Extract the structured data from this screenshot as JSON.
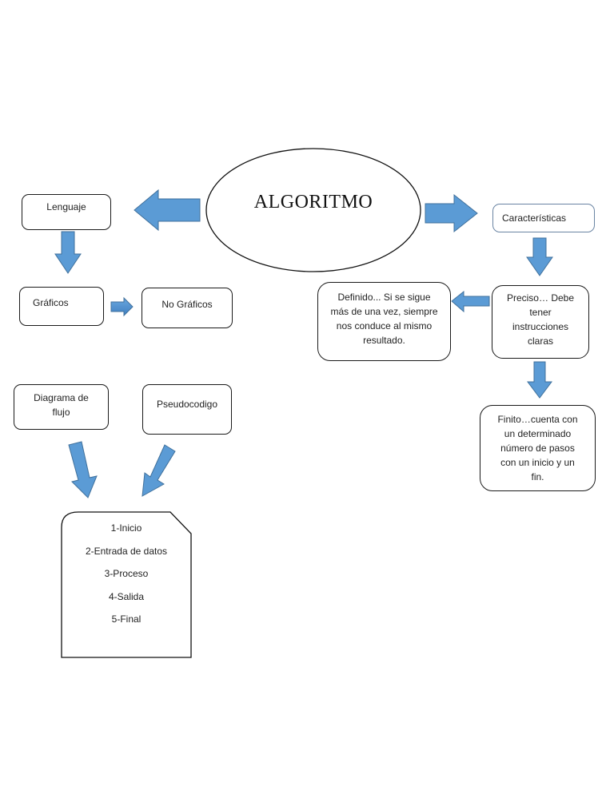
{
  "title": "ALGORITMO",
  "colors": {
    "arrow_fill": "#5b9bd5",
    "arrow_stroke": "#41719c",
    "box_border": "#1a1a1a",
    "characteristics_border": "#6a84a3"
  },
  "nodes": {
    "lenguaje": "Lenguaje",
    "graficos": "Gráficos",
    "no_graficos": "No Gráficos",
    "diagrama_flujo": [
      "Diagrama de",
      "flujo"
    ],
    "pseudocodigo": "Pseudocodigo",
    "caracteristicas": "Características",
    "preciso": [
      "Preciso… Debe",
      "tener",
      "instrucciones",
      "claras"
    ],
    "definido": [
      "Definido... Si se sigue",
      "más de una vez, siempre",
      "nos conduce al mismo",
      "resultado."
    ],
    "finito": [
      "Finito…cuenta con",
      "un determinado",
      "número de pasos",
      "con un inicio y un",
      "fin."
    ]
  },
  "steps": [
    "1-Inicio",
    "2-Entrada de datos",
    "3-Proceso",
    "4-Salida",
    "5-Final"
  ],
  "arrows": [
    {
      "name": "arrow-algoritmo-to-lenguaje",
      "direction": "left"
    },
    {
      "name": "arrow-algoritmo-to-caracteristicas",
      "direction": "right"
    },
    {
      "name": "arrow-lenguaje-to-graficos",
      "direction": "down"
    },
    {
      "name": "arrow-graficos-to-no-graficos",
      "direction": "right"
    },
    {
      "name": "arrow-caracteristicas-to-preciso",
      "direction": "down"
    },
    {
      "name": "arrow-preciso-to-definido",
      "direction": "left"
    },
    {
      "name": "arrow-preciso-to-finito",
      "direction": "down"
    },
    {
      "name": "arrow-diagrama-to-steps",
      "direction": "down-right"
    },
    {
      "name": "arrow-pseudocodigo-to-steps",
      "direction": "down-left"
    }
  ]
}
